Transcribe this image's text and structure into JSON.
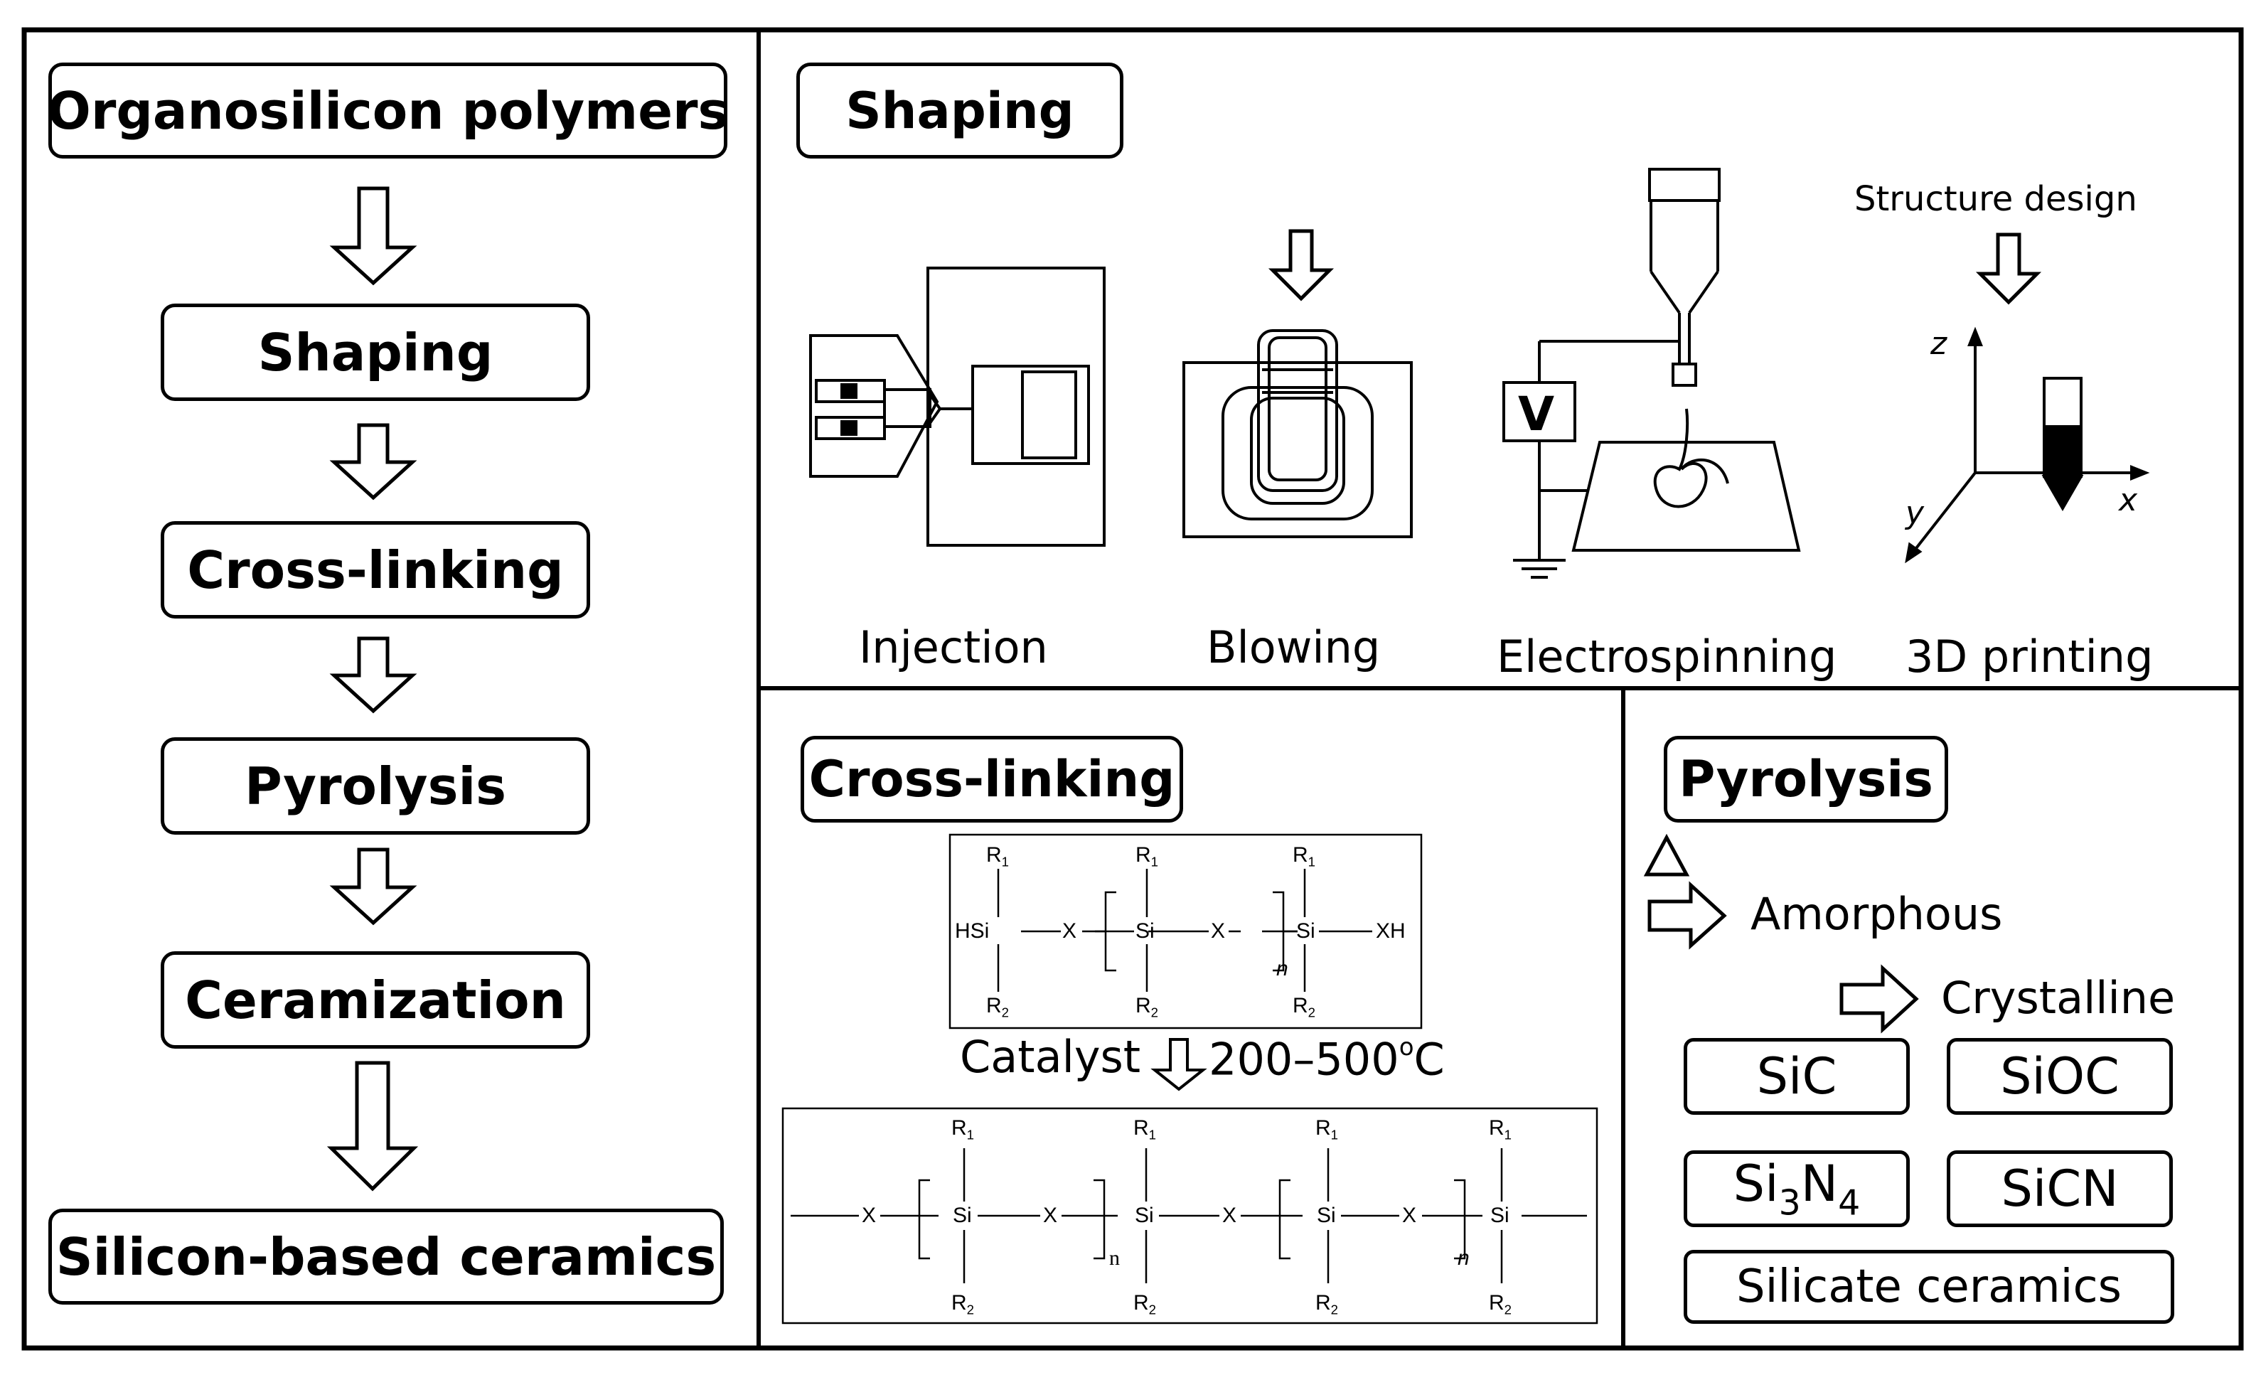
{
  "flow": {
    "organosilicon": "Organosilicon polymers",
    "shaping": "Shaping",
    "crosslinking": "Cross-linking",
    "pyrolysis": "Pyrolysis",
    "ceramization": "Ceramization",
    "silicon_ceramics": "Silicon-based ceramics"
  },
  "shaping_panel": {
    "title": "Shaping",
    "methods": [
      "Injection",
      "Blowing",
      "Electrospinning",
      "3D printing"
    ],
    "structure_design": "Structure  design",
    "voltage_label": "V",
    "axes": {
      "z": "z",
      "x": "x",
      "y": "y"
    }
  },
  "crosslinking_panel": {
    "title": "Cross-linking",
    "catalyst": "Catalyst",
    "temperature": "200–500",
    "temperature_sup": "o",
    "temperature_unit": "C",
    "chem": {
      "r": "R",
      "sub1": "1",
      "sub2": "2",
      "hsi": "HSi",
      "si": "Si",
      "x": "X",
      "xh": "XH",
      "n": "n"
    }
  },
  "pyrolysis_panel": {
    "title": "Pyrolysis",
    "amorphous": "Amorphous",
    "crystalline": "Crystalline",
    "products": {
      "sic": "SiC",
      "sioc": "SiOC",
      "si3n4": {
        "a": "Si",
        "b": "3",
        "c": "N",
        "d": "4"
      },
      "sicn": "SiCN",
      "silicate": "Silicate ceramics"
    }
  }
}
